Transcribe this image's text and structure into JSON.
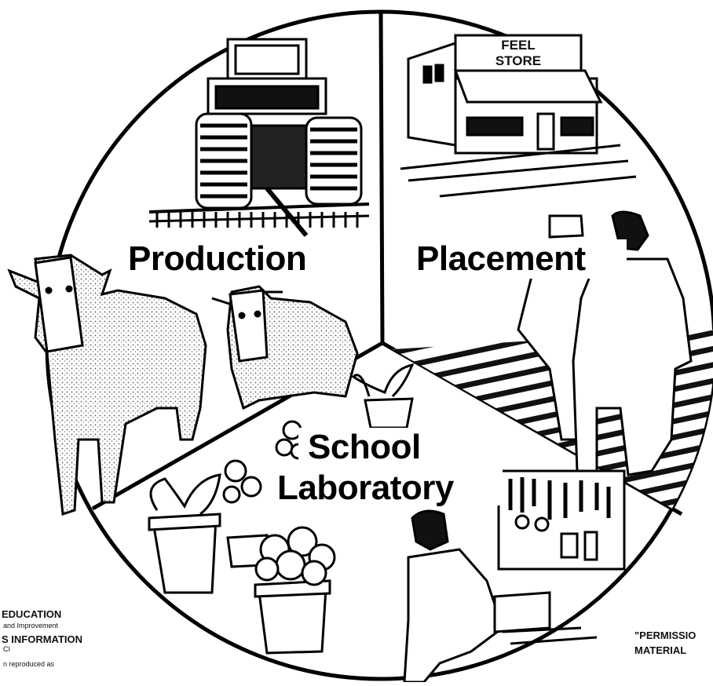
{
  "diagram": {
    "segments": [
      {
        "id": "production",
        "label": "Production"
      },
      {
        "id": "placement",
        "label": "Placement"
      },
      {
        "id": "school-laboratory",
        "label_line1": "School",
        "label_line2": "Laboratory"
      }
    ],
    "store_sign": {
      "line1": "FEEL",
      "line2": "STORE"
    }
  },
  "edge_text": {
    "left": [
      "EDUCATION",
      "and Improvement",
      "S INFORMATION",
      "CI",
      "n reproduced as"
    ],
    "right": [
      "\"PERMISSIO",
      "MATERIAL"
    ]
  }
}
